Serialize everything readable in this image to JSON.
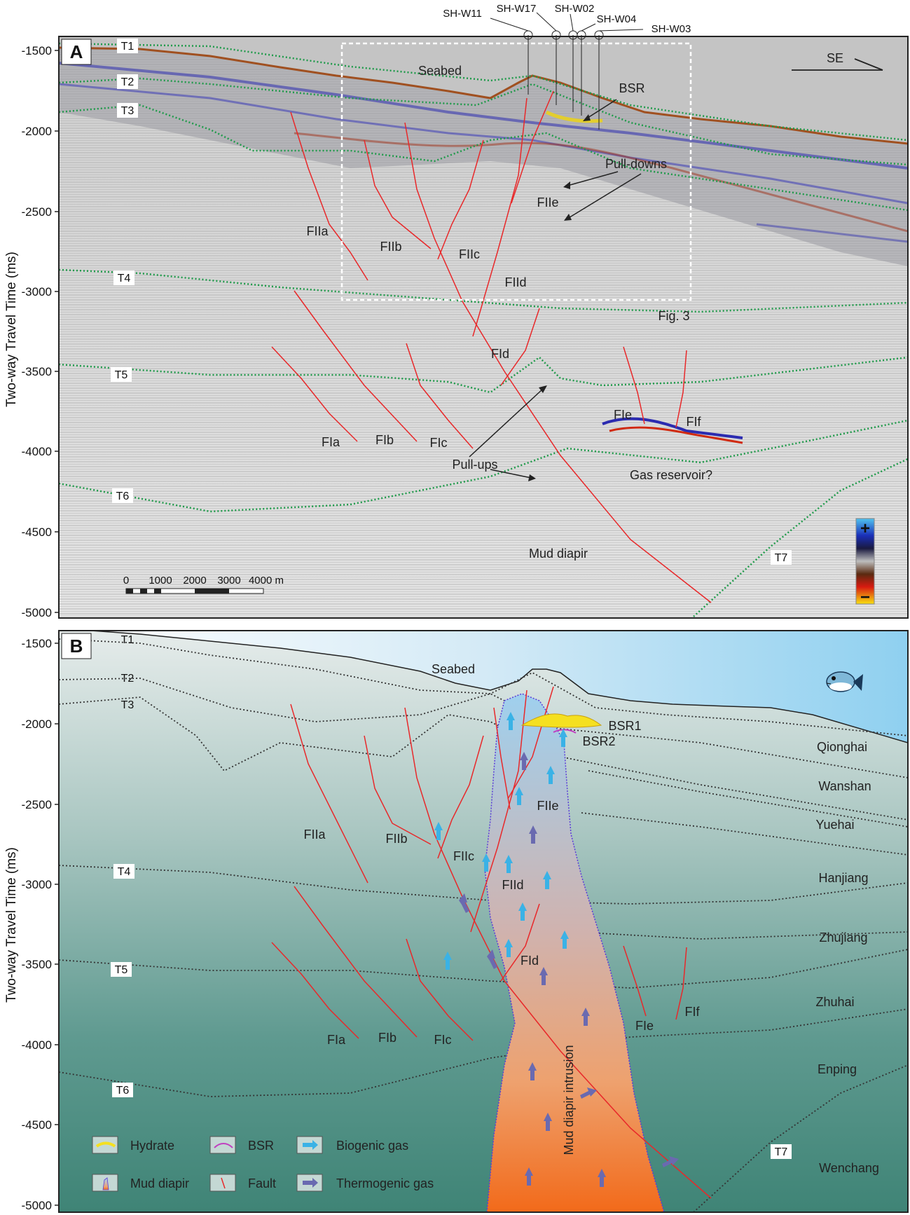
{
  "panel_a": {
    "letter": "A",
    "y_axis_label": "Two-way Travel Time  (ms)",
    "y_ticks": [
      "-1500",
      "-2000",
      "-2500",
      "-3000",
      "-3500",
      "-4000",
      "-4500",
      "-5000"
    ],
    "wells": [
      "SH-W11",
      "SH-W17",
      "SH-W02",
      "SH-W04",
      "SH-W03"
    ],
    "direction": "SE",
    "horizons": [
      "T1",
      "T2",
      "T3",
      "T4",
      "T5",
      "T6",
      "T7"
    ],
    "labels": {
      "seabed": "Seabed",
      "bsr": "BSR",
      "pull_downs": "Pull-downs",
      "pull_ups": "Pull-ups",
      "fig3": "Fig. 3",
      "gas_reservoir": "Gas reservoir?",
      "mud_diapir": "Mud diapir"
    },
    "faults": [
      "FIIa",
      "FIIb",
      "FIIc",
      "FIId",
      "FIIe",
      "FId",
      "FIa",
      "FIb",
      "FIc",
      "FIe",
      "FIf"
    ],
    "scale_bar": [
      "0",
      "1000",
      "2000",
      "3000",
      "4000 m"
    ],
    "colorbar": {
      "plus": "+",
      "minus": "−"
    }
  },
  "panel_b": {
    "letter": "B",
    "y_axis_label": "Two-way Travel Time  (ms)",
    "y_ticks": [
      "-1500",
      "-2000",
      "-2500",
      "-3000",
      "-3500",
      "-4000",
      "-4500",
      "-5000"
    ],
    "horizons": [
      "T1",
      "T2",
      "T3",
      "T4",
      "T5",
      "T6",
      "T7"
    ],
    "labels": {
      "seabed": "Seabed",
      "bsr1": "BSR1",
      "bsr2": "BSR2",
      "mud_diapir_intrusion": "Mud diapir intrusion"
    },
    "formations": [
      "Qionghai",
      "Wanshan",
      "Yuehai",
      "Hanjiang",
      "Zhujiang",
      "Zhuhai",
      "Enping",
      "Wenchang"
    ],
    "faults": [
      "FIIa",
      "FIIb",
      "FIIc",
      "FIId",
      "FIIe",
      "FId",
      "FIa",
      "FIb",
      "FIc",
      "FIe",
      "FIf"
    ],
    "legend": [
      "Hydrate",
      "BSR",
      "Biogenic gas",
      "Mud diapir",
      "Fault",
      "Thermogenic gas"
    ]
  },
  "colors": {
    "fault": "#e8282a",
    "horizon_a": "#1f9a4a",
    "horizon_b": "#333333",
    "hydrate": "#f5e020",
    "bsr": "#c040c0",
    "biogenic_gas": "#3ab2e6",
    "thermogenic_gas": "#6a6ab0",
    "diapir_top": "#9fd0ee",
    "diapir_bottom": "#f26a1a"
  }
}
